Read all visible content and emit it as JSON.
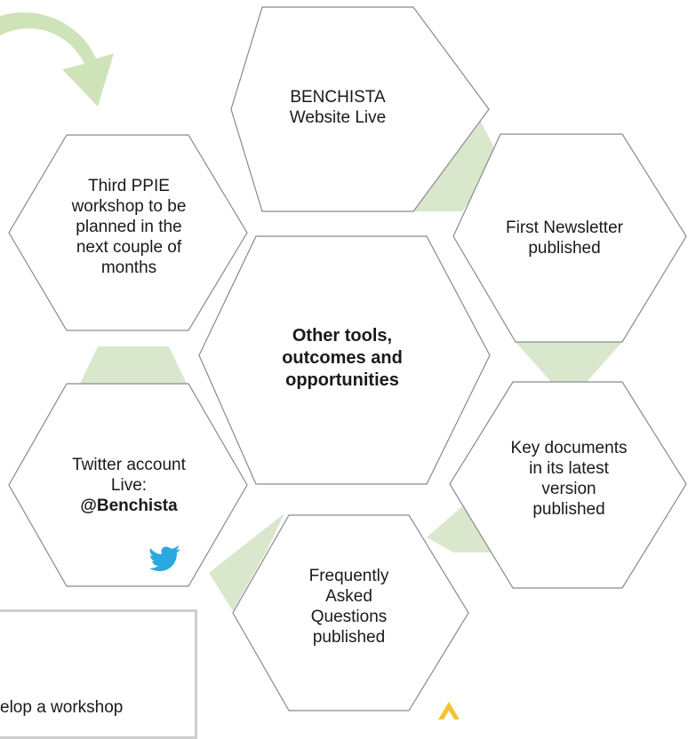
{
  "diagram": {
    "center": {
      "lines": [
        "Other tools,",
        "outcomes and",
        "opportunities"
      ]
    },
    "items": [
      {
        "id": "website",
        "lines": [
          "BENCHISTA",
          "Website Live"
        ]
      },
      {
        "id": "newsletter",
        "lines": [
          "First Newsletter",
          "published"
        ]
      },
      {
        "id": "documents",
        "lines": [
          "Key documents",
          "in its latest",
          "version",
          "published"
        ]
      },
      {
        "id": "faq",
        "lines": [
          "Frequently",
          "Asked",
          "Questions",
          "published"
        ]
      },
      {
        "id": "twitter",
        "lines": [
          "Twitter account",
          "Live:"
        ],
        "handle": "@Benchista"
      },
      {
        "id": "workshop",
        "lines": [
          "Third PPIE",
          "workshop to be",
          "planned in the",
          "next couple of",
          "months"
        ]
      }
    ],
    "note_text": "elop a workshop",
    "colors": {
      "connector": "#d9e8cc",
      "arrow": "#cfe3b8",
      "hex_stroke": "#8a8a8a",
      "twitter": "#29a9e0",
      "warning": "#f4c430"
    }
  }
}
